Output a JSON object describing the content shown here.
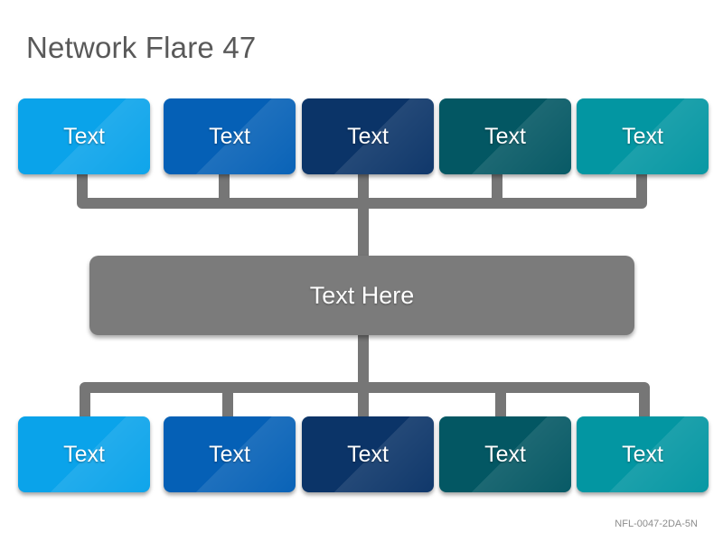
{
  "title": "Network Flare 47",
  "center": {
    "label": "Text Here"
  },
  "top_row": [
    {
      "label": "Text",
      "color": "#0aa3ea"
    },
    {
      "label": "Text",
      "color": "#0560b6"
    },
    {
      "label": "Text",
      "color": "#0b3468"
    },
    {
      "label": "Text",
      "color": "#035763"
    },
    {
      "label": "Text",
      "color": "#0396a2"
    }
  ],
  "bottom_row": [
    {
      "label": "Text",
      "color": "#0aa3ea"
    },
    {
      "label": "Text",
      "color": "#0560b6"
    },
    {
      "label": "Text",
      "color": "#0b3468"
    },
    {
      "label": "Text",
      "color": "#035763"
    },
    {
      "label": "Text",
      "color": "#0396a2"
    }
  ],
  "connector_color": "#767676",
  "footer_code": "NFL-0047-2DA-5N"
}
